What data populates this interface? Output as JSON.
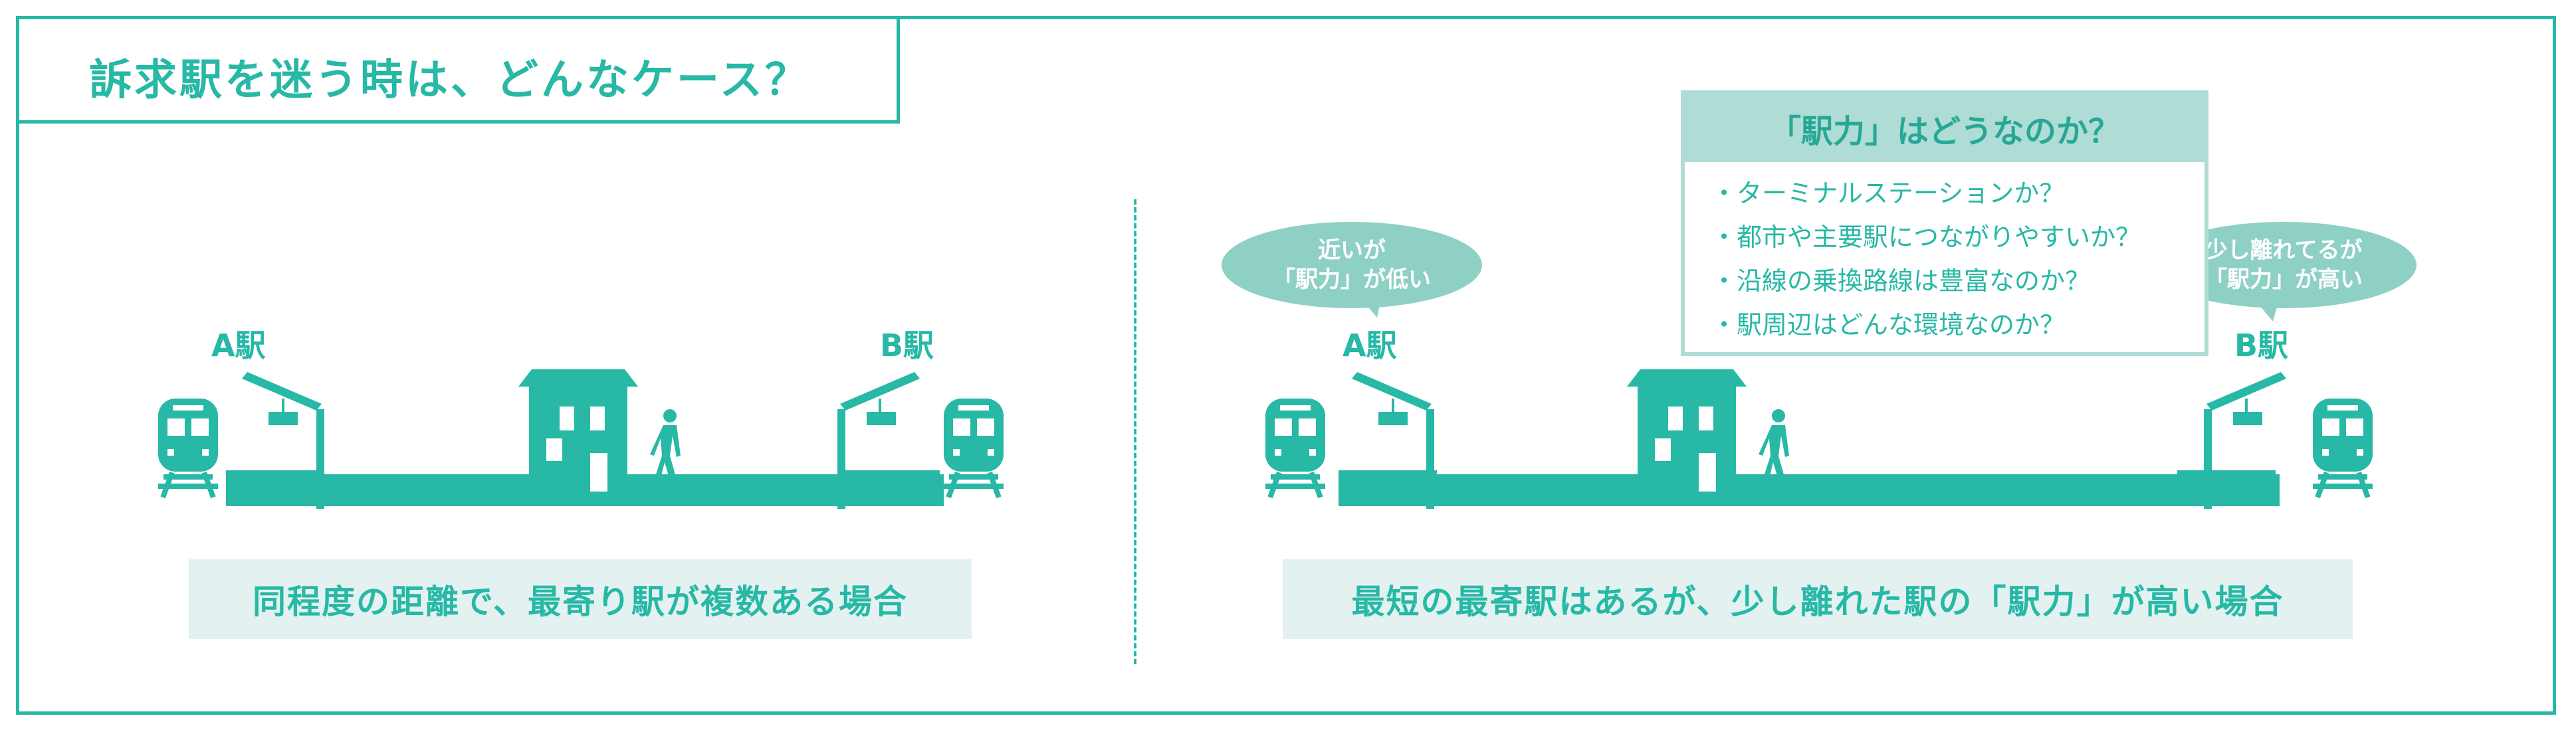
{
  "title": "訴求駅を迷う時は、どんなケース？",
  "left_panel": {
    "station_a": "A駅",
    "station_b": "B駅",
    "caption": "同程度の距離で、最寄り駅が複数ある場合"
  },
  "right_panel": {
    "station_a": "A駅",
    "station_b": "B駅",
    "bubble_a": [
      "近いが",
      "「駅力」が低い"
    ],
    "bubble_b": [
      "少し離れてるが",
      "「駅力」が高い"
    ],
    "question_title": "「駅力」はどうなのか？",
    "question_items": [
      "・ターミナルステーションか？",
      "・都市や主要駅につながりやすいか？",
      "・沿線の乗換路線は豊富なのか？",
      "・駅周辺はどんな環境なのか？"
    ],
    "caption": "最短の最寄駅はあるが、少し離れた駅の「駅力」が高い場合"
  },
  "colors": {
    "accent": "#27b8a6",
    "light_box": "#e3f2f0",
    "bubble": "#8fd0c5",
    "question_border": "#b0dcd6"
  },
  "icons": [
    "train-icon",
    "platform-canopy-icon",
    "house-icon",
    "walking-person-icon"
  ]
}
